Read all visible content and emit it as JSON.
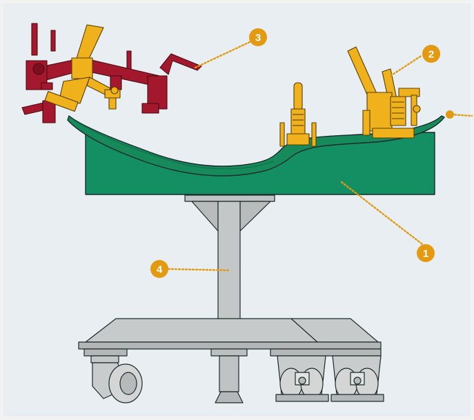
{
  "colors": {
    "background": "#e8eef2",
    "frame": "#c0c3c3",
    "fixture_base": "#138f63",
    "panel": "#168a5b",
    "clamp_yellow": "#efb21c",
    "clamp_red": "#a3182c",
    "callout": "#e39a10",
    "outline": "#1b2a2a"
  },
  "callouts": [
    {
      "number": "1",
      "part": "fixture-base"
    },
    {
      "number": "2",
      "part": "toggle-clamp-yellow"
    },
    {
      "number": "3",
      "part": "clamp-arm-red"
    },
    {
      "number": "4",
      "part": "support-column"
    }
  ]
}
